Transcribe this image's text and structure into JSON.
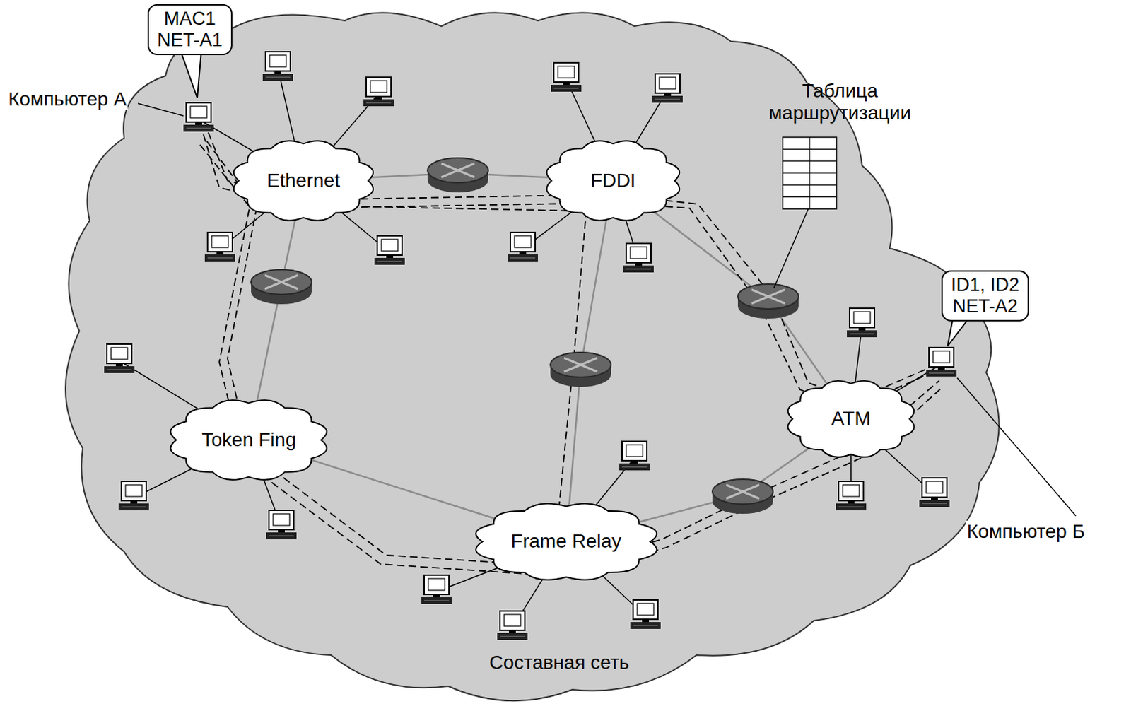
{
  "diagram": {
    "nodes": [
      {
        "text": [
          "MAC1",
          "NET-A1"
        ]
      },
      {
        "text": [
          "Составная сеть"
        ]
      },
      {
        "text": [
          "Ethernet"
        ],
        "in": 1
      },
      {
        "text": [
          "FDDI"
        ],
        "in": 1
      },
      {
        "text": [
          "ID1, ID2",
          "NET-A2"
        ]
      },
      {
        "text": [
          "ATM"
        ],
        "in": 1
      },
      {
        "text": [
          "Token Fing"
        ],
        "in": 1
      },
      {
        "text": [
          "Frame Relay"
        ],
        "in": 1
      }
    ],
    "edges": [
      {
        "from": 2,
        "to": 3,
        "arrow": "none"
      },
      {
        "from": 2,
        "to": 6,
        "arrow": "none"
      },
      {
        "from": 6,
        "to": 7,
        "arrow": "none"
      },
      {
        "from": 3,
        "to": 7,
        "arrow": "none"
      },
      {
        "from": 3,
        "to": 5,
        "arrow": "none"
      },
      {
        "from": 7,
        "to": 5,
        "arrow": "none"
      }
    ],
    "labels": [
      "Компьютер А",
      "Таблица маршрутизации",
      "Компьютер Б"
    ]
  }
}
